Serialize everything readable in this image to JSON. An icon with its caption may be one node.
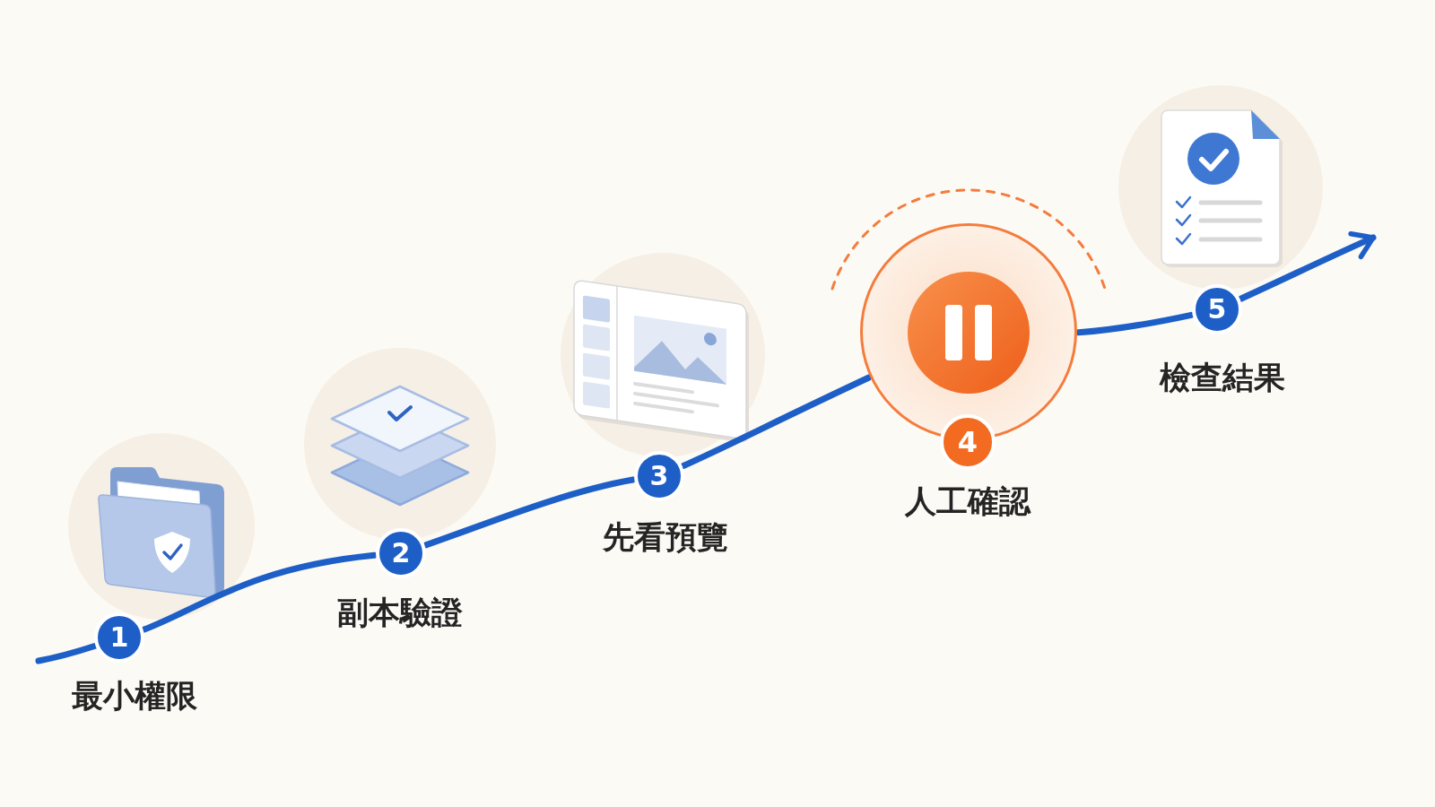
{
  "diagram": {
    "nodes": [
      {
        "text": [
          "1"
        ],
        "beside": [
          "最小權限"
        ]
      },
      {
        "text": [
          "2"
        ],
        "beside": [
          "副本驗證"
        ]
      },
      {
        "text": [
          "3"
        ],
        "beside": [
          "先看預覽"
        ]
      },
      {
        "text": [],
        "shape": "circle"
      },
      {
        "text": [
          "4"
        ],
        "beside": [
          "人工確認"
        ]
      },
      {
        "text": [
          "5"
        ],
        "beside": [
          "檢查結果"
        ]
      }
    ],
    "edges": [
      {
        "from": null,
        "to": 0,
        "arrow": "none"
      },
      {
        "from": 0,
        "to": 1,
        "arrow": "none"
      },
      {
        "from": 1,
        "to": 2,
        "arrow": "none"
      },
      {
        "from": 2,
        "to": 3,
        "arrow": "none"
      },
      {
        "from": 3,
        "to": 5,
        "arrow": "none"
      },
      {
        "from": 5,
        "to": null,
        "arrow": "to"
      }
    ]
  }
}
